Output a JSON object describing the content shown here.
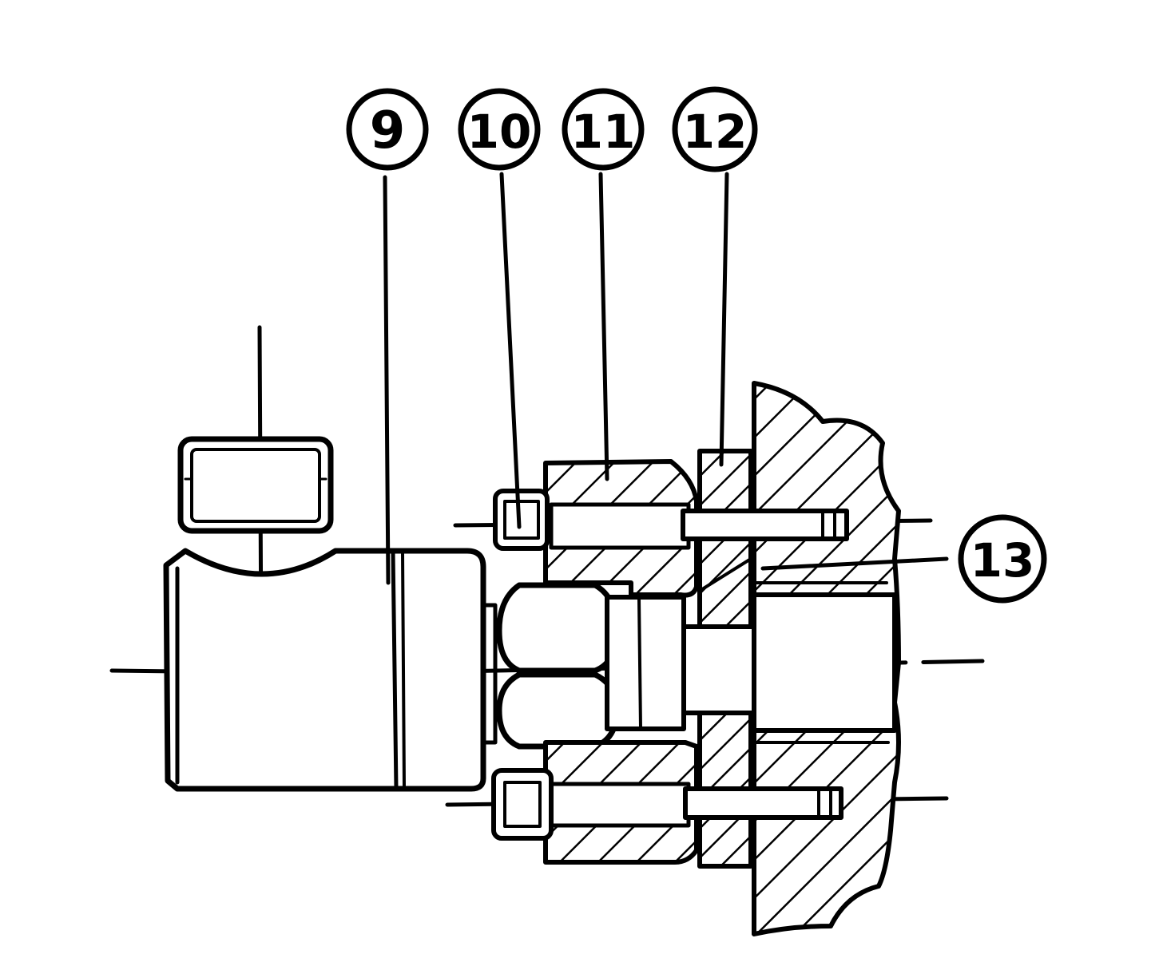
{
  "callouts": [
    {
      "label": "9"
    },
    {
      "label": "10"
    },
    {
      "label": "11"
    },
    {
      "label": "12"
    },
    {
      "label": "13"
    }
  ],
  "colors": {
    "ink": "#000000",
    "paper": "#ffffff"
  }
}
